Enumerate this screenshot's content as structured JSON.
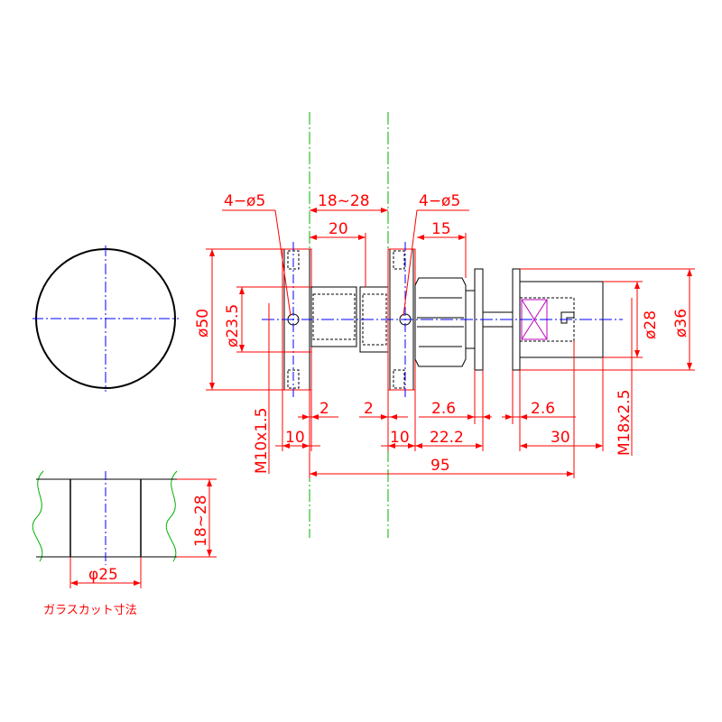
{
  "drawing": {
    "colors": {
      "outline": "#000000",
      "dimension": "#ff0000",
      "centerline": "#0000ff",
      "glass_line": "#00b000",
      "hidden": "#000000",
      "cross": "#c000c0"
    },
    "labels": {
      "holes_left": "4−ø5",
      "holes_right": "4−ø5",
      "glass_range": "18~28",
      "len_20": "20",
      "len_15": "15",
      "dia_50": "ø50",
      "dia_23_5": "ø23.5",
      "dia_28": "ø28",
      "dia_36": "ø36",
      "gap_2_left": "2",
      "gap_2_right": "2",
      "gap_2_6_left": "2.6",
      "gap_2_6_right": "2.6",
      "thk_10_left": "10",
      "thk_10_right": "10",
      "len_22_2": "22.2",
      "len_30": "30",
      "len_95": "95",
      "thread_m10": "M10x1.5",
      "thread_m18": "M18x2.5",
      "glass_thickness": "18~28",
      "hole_dia": "φ25",
      "caption": "ガラスカット寸法"
    }
  }
}
